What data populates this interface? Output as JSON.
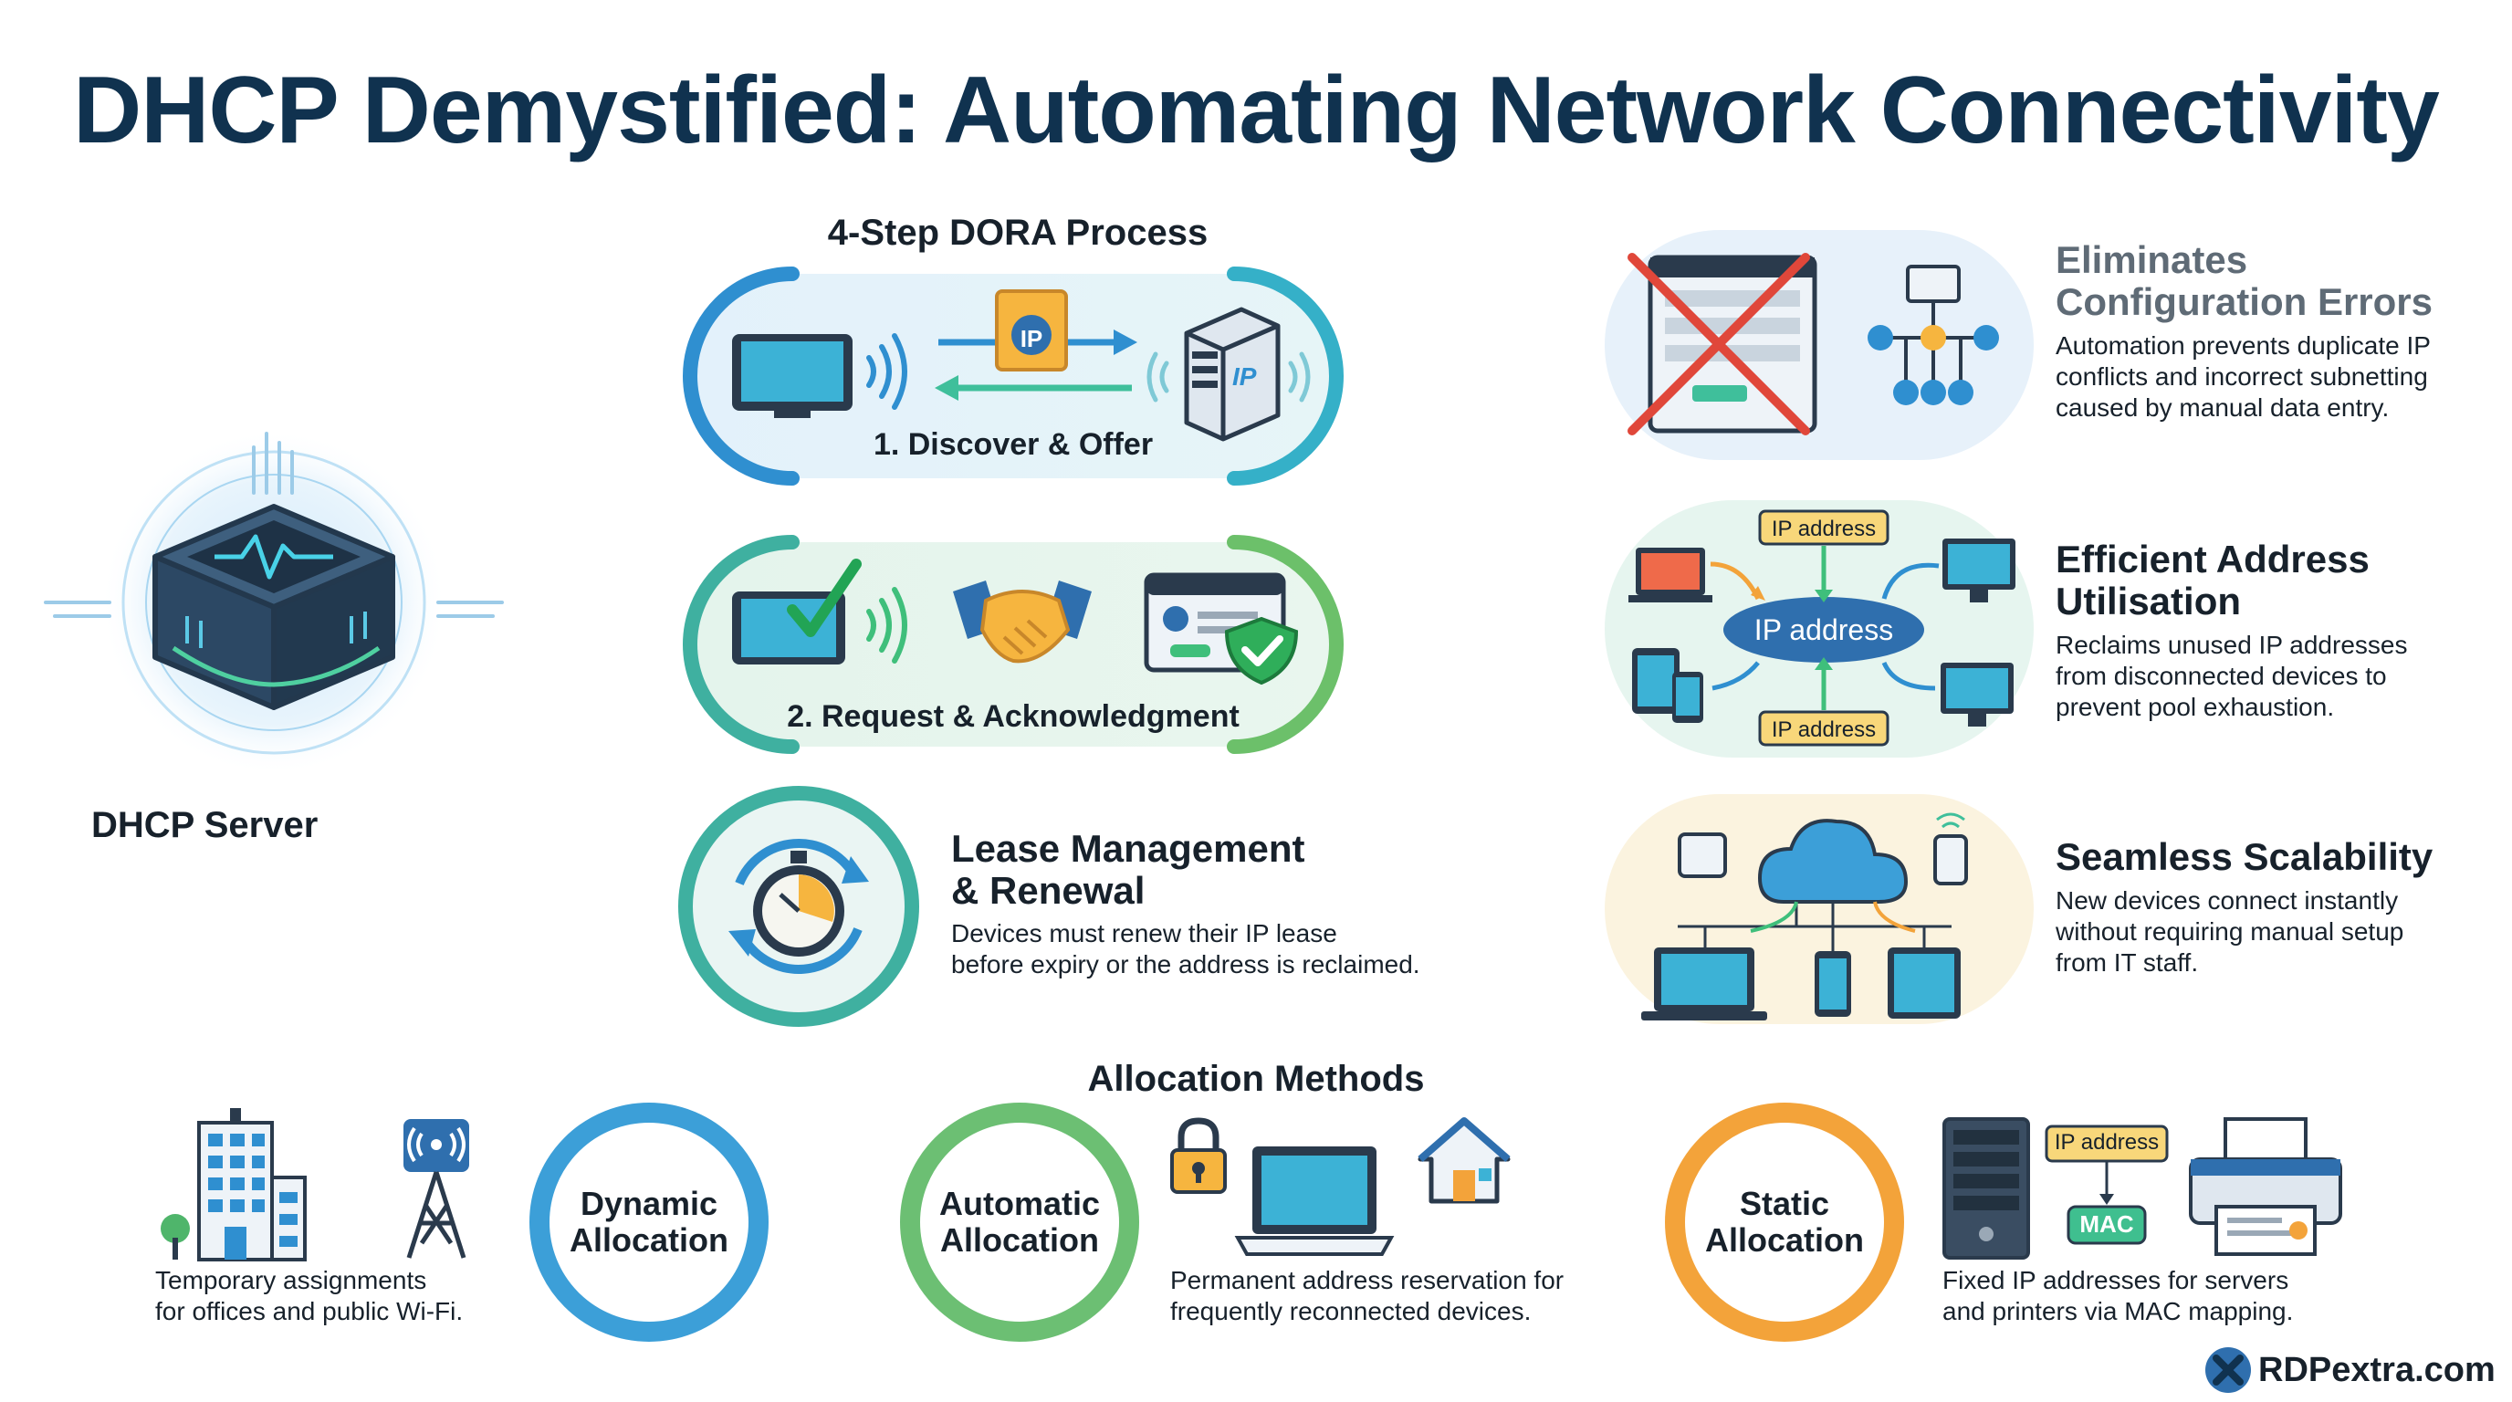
{
  "title": "DHCP Demystified: Automating Network Connectivity",
  "server": {
    "label": "DHCP Server"
  },
  "dora": {
    "heading": "4-Step DORA Process",
    "step1": {
      "label": "1. Discover & Offer",
      "doc_badge": "IP",
      "server_badge": "IP"
    },
    "step2": {
      "label": "2. Request & Acknowledgment"
    }
  },
  "lease": {
    "title_line1": "Lease Management",
    "title_line2": "& Renewal",
    "desc_line1": "Devices must renew their IP lease",
    "desc_line2": "before expiry or the address is reclaimed."
  },
  "benefits": [
    {
      "title_line1": "Eliminates",
      "title_line2": "Configuration Errors",
      "desc_line1": "Automation prevents duplicate IP",
      "desc_line2": "conflicts and incorrect subnetting",
      "desc_line3": "caused by manual data entry."
    },
    {
      "title_line1": "Efficient Address",
      "title_line2": "Utilisation",
      "desc_line1": "Reclaims unused IP addresses",
      "desc_line2": "from disconnected devices to",
      "desc_line3": "prevent pool exhaustion.",
      "center_label": "IP address",
      "top_tag": "IP address",
      "bottom_tag": "IP address"
    },
    {
      "title_line1": "Seamless Scalability",
      "desc_line1": "New devices connect instantly",
      "desc_line2": "without requiring manual setup",
      "desc_line3": "from IT staff."
    }
  ],
  "allocation": {
    "heading": "Allocation Methods",
    "dynamic": {
      "line1": "Dynamic",
      "line2": "Allocation",
      "desc_line1": "Temporary assignments",
      "desc_line2": "for offices and public Wi-Fi."
    },
    "automatic": {
      "line1": "Automatic",
      "line2": "Allocation",
      "desc_line1": "Permanent address reservation for",
      "desc_line2": "frequently reconnected devices."
    },
    "static": {
      "line1": "Static",
      "line2": "Allocation",
      "desc_line1": "Fixed IP addresses for servers",
      "desc_line2": "and printers via MAC mapping.",
      "ip_tag": "IP address",
      "mac_tag": "MAC"
    }
  },
  "brand": {
    "name": "RDPextra.com"
  },
  "colors": {
    "navy": "#10324f",
    "blue": "#2f8fd0",
    "teal": "#35b0b8",
    "green": "#4fb56b",
    "orange": "#f3a33a",
    "red": "#e0473a"
  }
}
